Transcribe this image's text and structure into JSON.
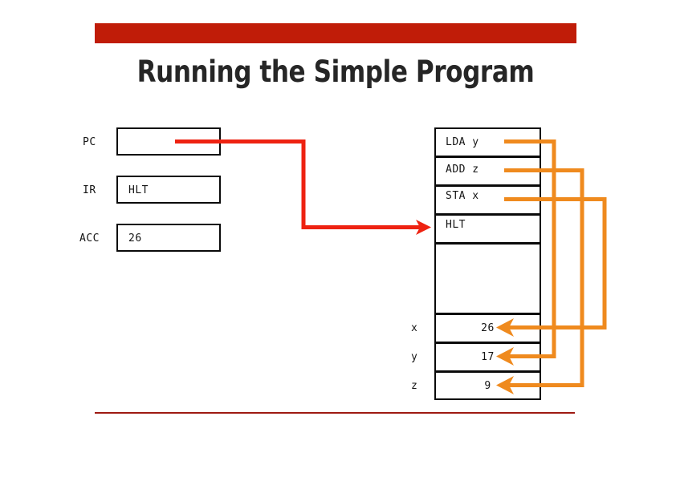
{
  "slide": {
    "title": "Running the Simple Program",
    "accent_bar_color": "#c01c08",
    "rule_color": "#9e1a12",
    "pc_arrow_color": "#ee2211",
    "data_wire_color": "#ef8a1e"
  },
  "registers": [
    {
      "name": "pc",
      "label": "PC",
      "value": ""
    },
    {
      "name": "ir",
      "label": "IR",
      "value": "HLT"
    },
    {
      "name": "acc",
      "label": "ACC",
      "value": "26"
    }
  ],
  "memory": {
    "instructions": [
      {
        "label": "LDA y"
      },
      {
        "label": "ADD z"
      },
      {
        "label": "STA x"
      },
      {
        "label": "HLT"
      },
      {
        "label": ""
      }
    ],
    "variables": [
      {
        "label": "x",
        "value": "26"
      },
      {
        "label": "y",
        "value": "17"
      },
      {
        "label": "z",
        "value": "9"
      }
    ]
  }
}
